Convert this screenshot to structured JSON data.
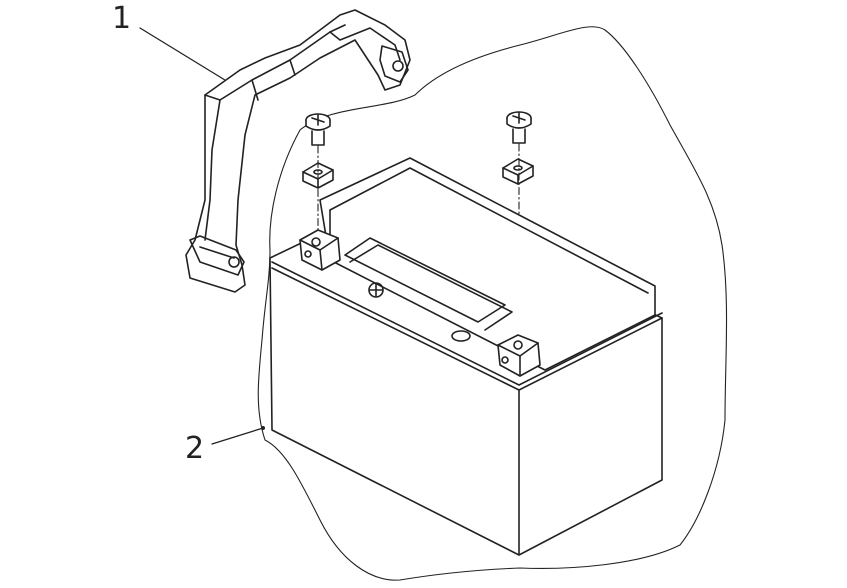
{
  "diagram": {
    "callouts": [
      {
        "id": "strap",
        "label": "1"
      },
      {
        "id": "battery",
        "label": "2"
      }
    ],
    "colors": {
      "line": "#222222",
      "background": "#ffffff"
    }
  }
}
